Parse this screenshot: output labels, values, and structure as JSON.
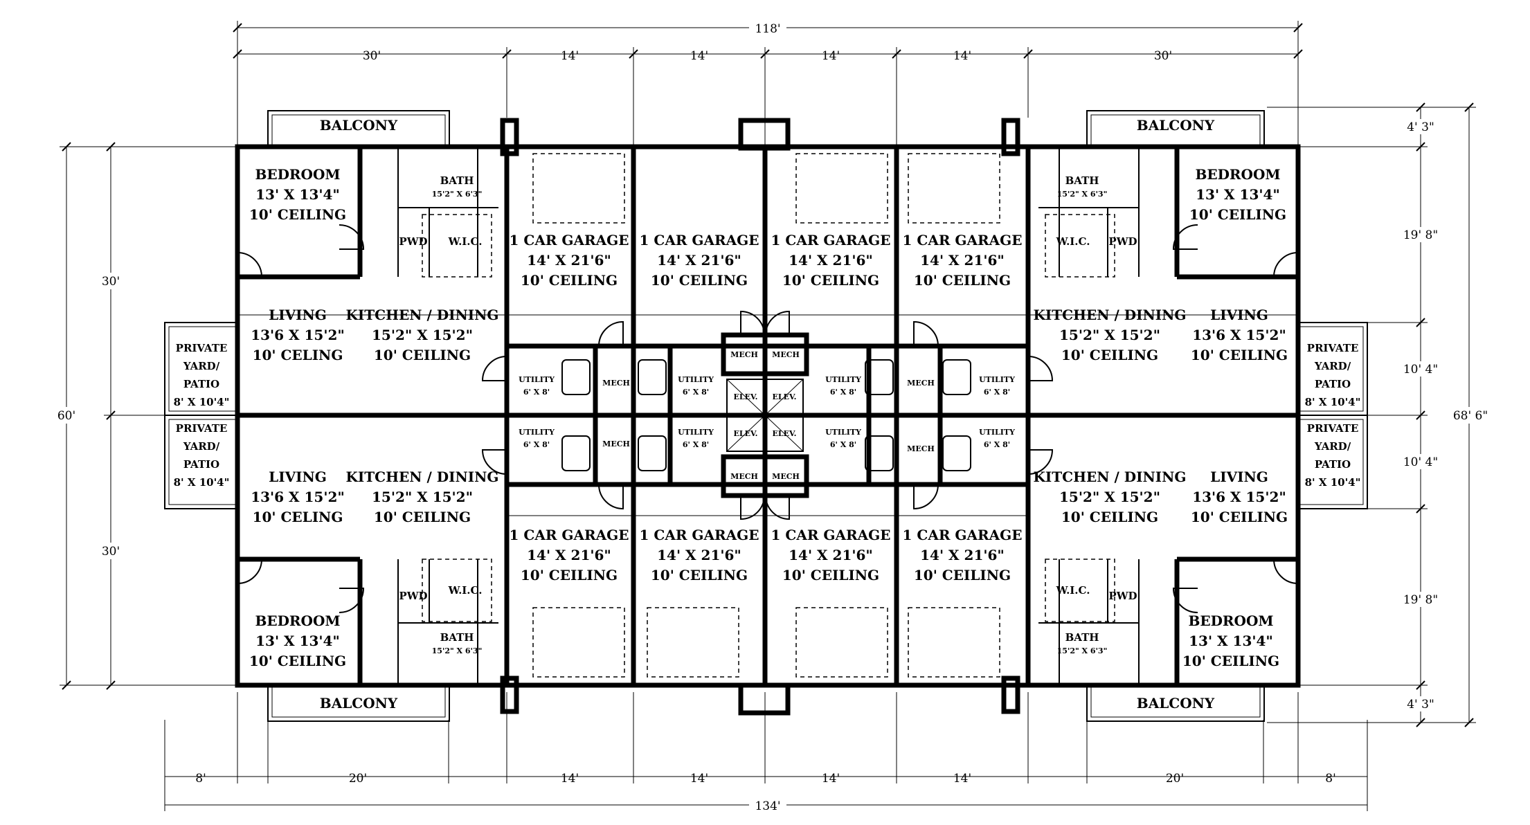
{
  "dimensions": {
    "overall_top": "118'",
    "top_segments": [
      "30'",
      "14'",
      "14'",
      "14'",
      "14'",
      "30'"
    ],
    "overall_bottom": "134'",
    "bottom_segments": [
      "8'",
      "20'",
      "14'",
      "14'",
      "14'",
      "14'",
      "20'",
      "8'"
    ],
    "left_total": "60'",
    "left_halves": [
      "30'",
      "30'"
    ],
    "right_total": "68' 6\"",
    "right_segments": [
      "4' 3\"",
      "19' 8\"",
      "10' 4\"",
      "10' 4\"",
      "19' 8\"",
      "4' 3\""
    ]
  },
  "rooms": {
    "balcony": "BALCONY",
    "bedroom": {
      "name": "BEDROOM",
      "size": "13' X 13'4\"",
      "ceiling": "10' CEILING"
    },
    "bath": {
      "name": "BATH",
      "size": "15'2\" X 6'3\""
    },
    "pwd": "PWD",
    "wic": "W.I.C.",
    "living": {
      "name": "LIVING",
      "size": "13'6 X 15'2\"",
      "ceiling": "10' CEILING"
    },
    "living_alt_ceiling": "10' CELING",
    "kitchen": {
      "name": "KITCHEN / DINING",
      "size": "15'2\" X 15'2\"",
      "ceiling": "10' CEILING"
    },
    "yard": {
      "l1": "PRIVATE",
      "l2": "YARD/",
      "l3": "PATIO",
      "size": "8' X 10'4\""
    },
    "garage": {
      "name": "1 CAR GARAGE",
      "size": "14' X 21'6\"",
      "ceiling": "10' CEILING"
    },
    "utility": {
      "name": "UTILITY",
      "size": "6' X 8'"
    },
    "mech": "MECH",
    "elev": "ELEV."
  }
}
